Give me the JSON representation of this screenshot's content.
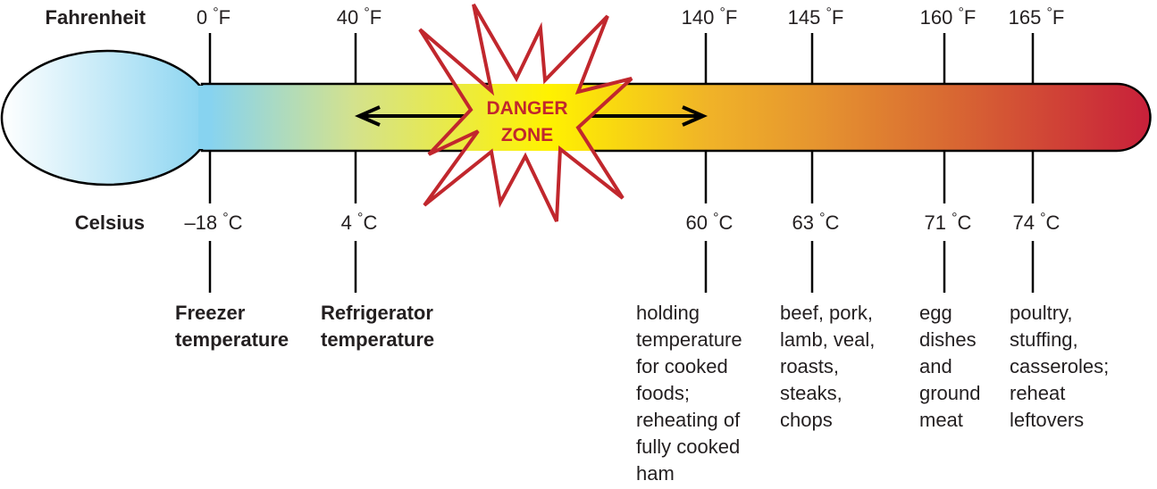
{
  "scales": {
    "fahrenheit_label": "Fahrenheit",
    "celsius_label": "Celsius"
  },
  "danger_zone": {
    "line1": "DANGER",
    "line2": "ZONE"
  },
  "colors": {
    "outline": "#c1272d",
    "cold": "#87d3f0",
    "hot": "#c8203a",
    "warm": "#fff200"
  },
  "marks": [
    {
      "f": "0",
      "c": "–18",
      "desc": [
        "Freezer",
        "temperature"
      ],
      "bold": true
    },
    {
      "f": "40",
      "c": "4",
      "desc": [
        "Refrigerator",
        "temperature"
      ],
      "bold": true
    },
    {
      "f": "140",
      "c": "60",
      "desc": [
        "holding",
        "temperature",
        "for cooked",
        "foods;",
        "reheating of",
        "fully cooked",
        "ham"
      ],
      "bold": false
    },
    {
      "f": "145",
      "c": "63",
      "desc": [
        "beef, pork,",
        "lamb, veal,",
        "roasts,",
        "steaks,",
        "chops"
      ],
      "bold": false
    },
    {
      "f": "160",
      "c": "71",
      "desc": [
        "egg",
        "dishes",
        "and",
        "ground",
        "meat"
      ],
      "bold": false
    },
    {
      "f": "165",
      "c": "74",
      "desc": [
        "poultry,",
        "stuffing,",
        "casseroles;",
        "reheat",
        "leftovers"
      ],
      "bold": false
    }
  ],
  "units": {
    "f": "°F",
    "c": "°C"
  }
}
